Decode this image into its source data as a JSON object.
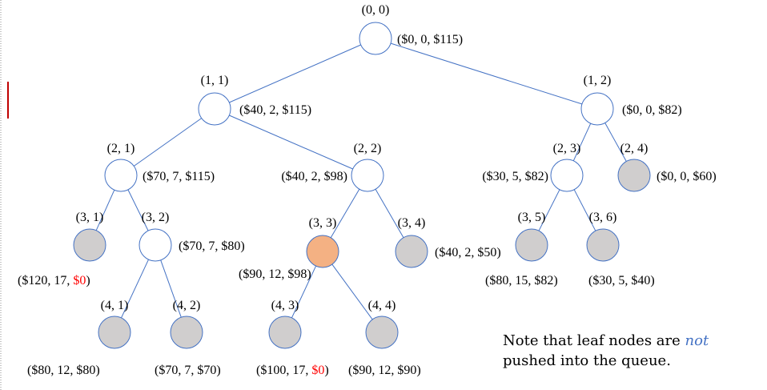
{
  "colors": {
    "edge": "#4472c4",
    "node_stroke": "#4472c4",
    "open_fill": "#ffffff",
    "leaf_fill": "#d0cece",
    "current_fill": "#f4b183",
    "highlight_text": "#ff0000",
    "note_emphasis": "#4472c4",
    "left_marker": "#c00000"
  },
  "nodes": [
    {
      "id": "n00",
      "name": "(0, 0)",
      "state": "open",
      "values": [
        {
          "t": "($0, 0, $115)"
        }
      ]
    },
    {
      "id": "n11",
      "name": "(1, 1)",
      "state": "open",
      "values": [
        {
          "t": "($40, 2, $115)"
        }
      ]
    },
    {
      "id": "n12",
      "name": "(1, 2)",
      "state": "open",
      "values": [
        {
          "t": "($0, 0, $82)"
        }
      ]
    },
    {
      "id": "n21",
      "name": "(2, 1)",
      "state": "open",
      "values": [
        {
          "t": "($70, 7, $115)"
        }
      ]
    },
    {
      "id": "n22",
      "name": "(2, 2)",
      "state": "open",
      "values": [
        {
          "t": "($40, 2, $98)"
        }
      ]
    },
    {
      "id": "n23",
      "name": "(2, 3)",
      "state": "open",
      "values": [
        {
          "t": "($30, 5, $82)"
        }
      ]
    },
    {
      "id": "n24",
      "name": "(2, 4)",
      "state": "leaf",
      "values": [
        {
          "t": "($0, 0, $60)"
        }
      ]
    },
    {
      "id": "n31",
      "name": "(3, 1)",
      "state": "leaf",
      "values": [
        {
          "t": "($120, 17, "
        },
        {
          "t": "$0",
          "hl": true
        },
        {
          "t": ")"
        }
      ]
    },
    {
      "id": "n32",
      "name": "(3, 2)",
      "state": "open",
      "values": [
        {
          "t": "($70, 7, $80)"
        }
      ]
    },
    {
      "id": "n33",
      "name": "(3, 3)",
      "state": "current",
      "values": [
        {
          "t": "($90, 12, $98)"
        }
      ]
    },
    {
      "id": "n34",
      "name": "(3, 4)",
      "state": "leaf",
      "values": [
        {
          "t": "($40, 2, $50)"
        }
      ]
    },
    {
      "id": "n35",
      "name": "(3, 5)",
      "state": "leaf",
      "values": [
        {
          "t": "($80, 15, $82)"
        }
      ]
    },
    {
      "id": "n36",
      "name": "(3, 6)",
      "state": "leaf",
      "values": [
        {
          "t": "($30, 5, $40)"
        }
      ]
    },
    {
      "id": "n41",
      "name": "(4, 1)",
      "state": "leaf",
      "values": [
        {
          "t": "($80, 12, $80)"
        }
      ]
    },
    {
      "id": "n42",
      "name": "(4, 2)",
      "state": "leaf",
      "values": [
        {
          "t": "($70, 7, $70)"
        }
      ]
    },
    {
      "id": "n43",
      "name": "(4, 3)",
      "state": "leaf",
      "values": [
        {
          "t": "($100, 17, "
        },
        {
          "t": "$0",
          "hl": true
        },
        {
          "t": ")"
        }
      ]
    },
    {
      "id": "n44",
      "name": "(4, 4)",
      "state": "leaf",
      "values": [
        {
          "t": "($90, 12, $90)"
        }
      ]
    }
  ],
  "edges": [
    [
      "n00",
      "n11"
    ],
    [
      "n00",
      "n12"
    ],
    [
      "n11",
      "n21"
    ],
    [
      "n11",
      "n22"
    ],
    [
      "n12",
      "n23"
    ],
    [
      "n12",
      "n24"
    ],
    [
      "n21",
      "n31"
    ],
    [
      "n21",
      "n32"
    ],
    [
      "n22",
      "n33"
    ],
    [
      "n22",
      "n34"
    ],
    [
      "n23",
      "n35"
    ],
    [
      "n23",
      "n36"
    ],
    [
      "n32",
      "n41"
    ],
    [
      "n32",
      "n42"
    ],
    [
      "n33",
      "n43"
    ],
    [
      "n33",
      "n44"
    ]
  ],
  "note": {
    "line1_before": "Note that leaf nodes are ",
    "line1_emph": "not",
    "line2": "pushed into the queue."
  }
}
